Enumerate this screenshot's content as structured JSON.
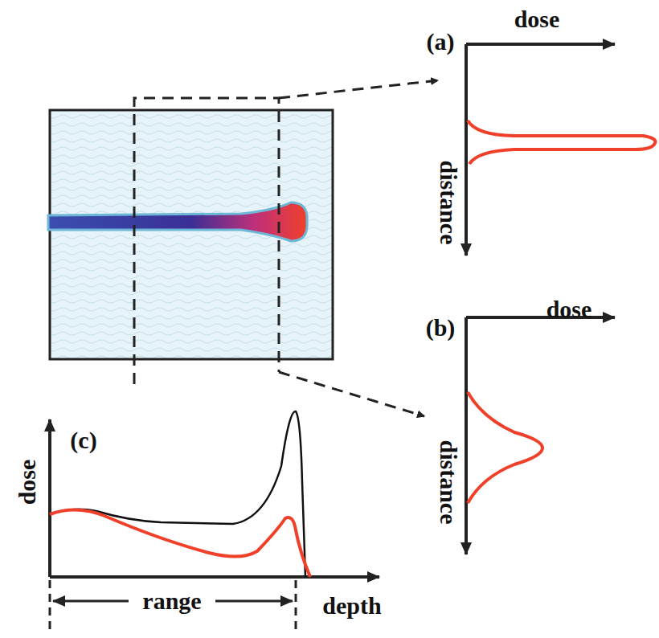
{
  "diagram": {
    "labels": [
      "(a)",
      "dose",
      "distance",
      "(b)",
      "dose",
      "distance",
      "(c)",
      "dose",
      "depth",
      "range"
    ]
  }
}
